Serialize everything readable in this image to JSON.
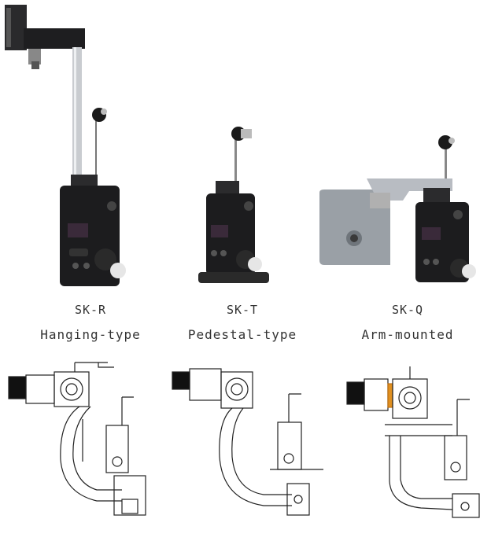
{
  "products": [
    {
      "model": "SK-R",
      "type": "Hanging-type"
    },
    {
      "model": "SK-T",
      "type": "Pedestal-type"
    },
    {
      "model": "SK-Q",
      "type": "Arm-mounted"
    }
  ],
  "colors": {
    "device_body": "#1c1c1e",
    "metal": "#b8bcc2",
    "plate": "#9aa0a6",
    "line": "#222222"
  }
}
